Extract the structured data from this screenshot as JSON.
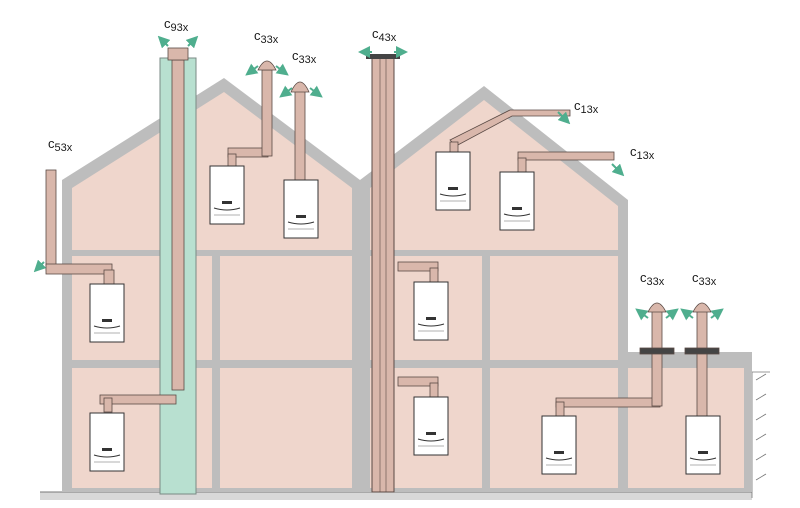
{
  "labels": {
    "c53": {
      "main": "c",
      "sub": "53x"
    },
    "c93": {
      "main": "c",
      "sub": "93x"
    },
    "c33_a": {
      "main": "c",
      "sub": "33x"
    },
    "c33_b": {
      "main": "c",
      "sub": "33x"
    },
    "c43": {
      "main": "c",
      "sub": "43x"
    },
    "c13_a": {
      "main": "c",
      "sub": "13x"
    },
    "c13_b": {
      "main": "c",
      "sub": "13x"
    },
    "c33_c": {
      "main": "c",
      "sub": "33x"
    },
    "c33_d": {
      "main": "c",
      "sub": "33x"
    }
  },
  "colors": {
    "wall": "#bdbdbd",
    "room": "#efd6cc",
    "shaft": "#b8e0d0",
    "pipe": "#d9b7ab",
    "pipe_outline": "#5a4a45",
    "arrow": "#4fae8e",
    "ground": "#777777"
  },
  "icons": [
    "boiler-icon",
    "flue-arrow-icon"
  ]
}
